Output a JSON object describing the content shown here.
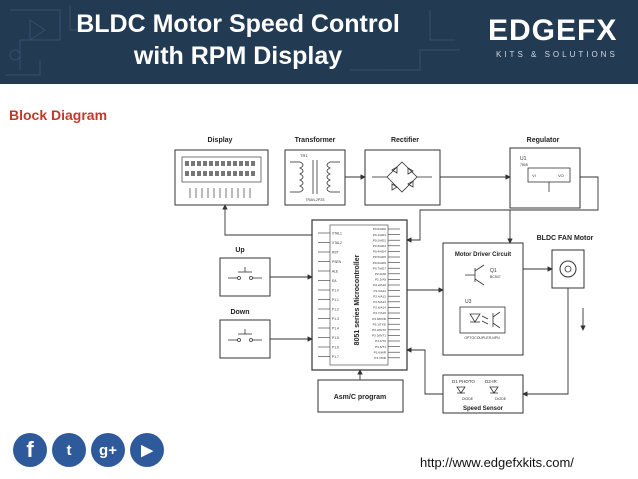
{
  "header": {
    "title_line1": "BLDC Motor Speed Control",
    "title_line2": "with RPM Display",
    "logo_main": "EDGEFX",
    "logo_sub": "KITS & SOLUTIONS"
  },
  "section_title": "Block Diagram",
  "diagram": {
    "blocks": {
      "display": "Display",
      "transformer": "Transformer",
      "transformer_ref": "TR1",
      "transformer_part": "TRAN-2P2S",
      "rectifier": "Rectifier",
      "regulator": "Regulator",
      "regulator_ref": "U1",
      "regulator_part": "7805",
      "regulator_pin_in": "VI",
      "regulator_pin_out": "VO",
      "bldc_motor": "BLDC FAN Motor",
      "up": "Up",
      "down": "Down",
      "microcontroller": "8051 series Microcontroller",
      "motor_driver": "Motor Driver Circuit",
      "q1_ref": "Q1",
      "q1_part": "BC547",
      "u3_ref": "U3",
      "u3_part": "OPTOCOUPLER-NPN",
      "asm_program": "Asm/C program",
      "speed_sensor": "Speed Sensor",
      "d1": "D1 PHOTO",
      "d2": "D2-IR",
      "diode1": "DIODE",
      "diode2": "DIODE"
    },
    "mcu_left_pins": [
      "XTAL1",
      "XTAL2",
      "RST",
      "PSEN",
      "ALE",
      "EA",
      "P1.0",
      "P1.1",
      "P1.2",
      "P1.3",
      "P1.4",
      "P1.5",
      "P1.6",
      "P1.7"
    ],
    "mcu_right_pins": [
      "P0.0/AD0",
      "P0.1/AD1",
      "P0.2/AD2",
      "P0.3/AD3",
      "P0.4/AD4",
      "P0.5/AD5",
      "P0.6/AD6",
      "P0.7/AD7",
      "P2.0/A8",
      "P2.1/A9",
      "P2.2/A10",
      "P2.3/A11",
      "P2.4/A12",
      "P2.5/A13",
      "P2.6/A14",
      "P2.7/A15",
      "P3.0/RXD",
      "P3.1/TXD",
      "P3.2/INT0",
      "P3.3/INT1",
      "P3.4/T0",
      "P3.5/T1",
      "P3.6/WR",
      "P3.7/RD"
    ]
  },
  "footer": {
    "url": "http://www.edgefxkits.com/",
    "social_icons": [
      "facebook-icon",
      "twitter-icon",
      "google-plus-icon",
      "youtube-icon"
    ],
    "facebook_glyph": "f",
    "twitter_glyph": "t",
    "google_glyph": "g+",
    "youtube_glyph": "▶"
  },
  "colors": {
    "header_bg": "#223a52",
    "title": "#ffffff",
    "section_title": "#c0392b",
    "social": "#2e5a9c"
  }
}
